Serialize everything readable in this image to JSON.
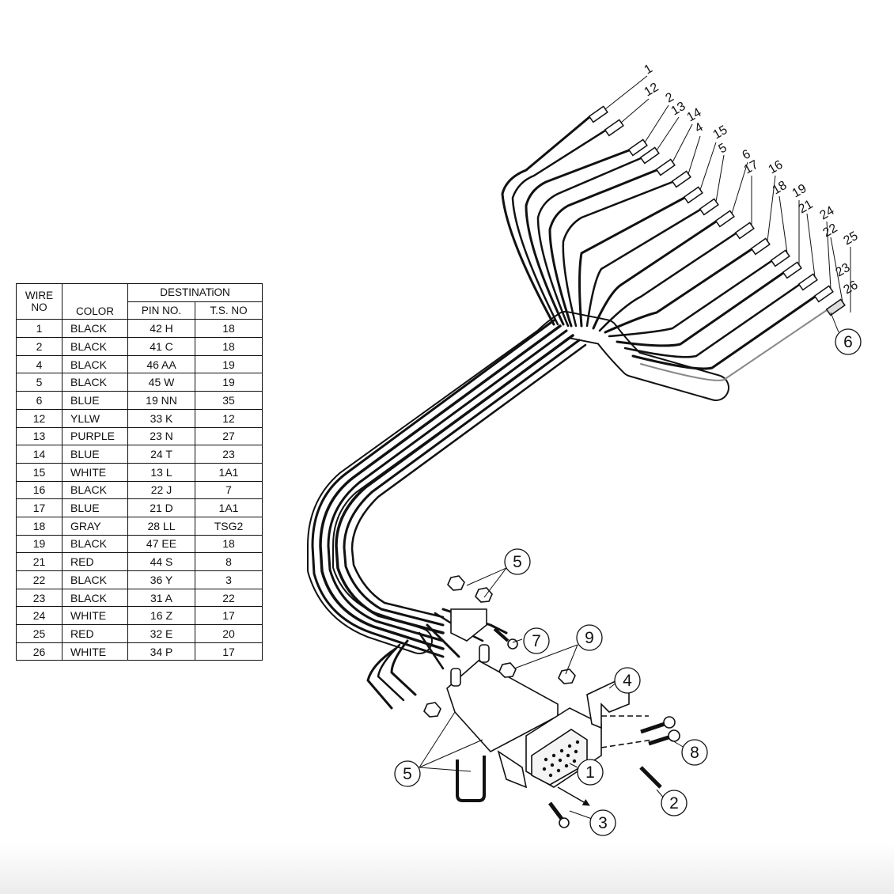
{
  "table": {
    "header": {
      "wire_no": [
        "WIRE",
        "NO"
      ],
      "color": "COLOR",
      "destination": "DESTINATiON",
      "pin_no": "PIN NO.",
      "ts_no": "T.S. NO"
    },
    "rows": [
      {
        "wire": "1",
        "color": "BLACK",
        "pin": "42 H",
        "ts": "18"
      },
      {
        "wire": "2",
        "color": "BLACK",
        "pin": "41 C",
        "ts": "18"
      },
      {
        "wire": "4",
        "color": "BLACK",
        "pin": "46 AA",
        "ts": "19"
      },
      {
        "wire": "5",
        "color": "BLACK",
        "pin": "45 W",
        "ts": "19"
      },
      {
        "wire": "6",
        "color": "BLUE",
        "pin": "19 NN",
        "ts": "35"
      },
      {
        "wire": "12",
        "color": "YLLW",
        "pin": "33 K",
        "ts": "12"
      },
      {
        "wire": "13",
        "color": "PURPLE",
        "pin": "23 N",
        "ts": "27"
      },
      {
        "wire": "14",
        "color": "BLUE",
        "pin": "24 T",
        "ts": "23"
      },
      {
        "wire": "15",
        "color": "WHITE",
        "pin": "13 L",
        "ts": "1A1"
      },
      {
        "wire": "16",
        "color": "BLACK",
        "pin": "22 J",
        "ts": "7"
      },
      {
        "wire": "17",
        "color": "BLUE",
        "pin": "21 D",
        "ts": "1A1"
      },
      {
        "wire": "18",
        "color": "GRAY",
        "pin": "28 LL",
        "ts": "TSG2"
      },
      {
        "wire": "19",
        "color": "BLACK",
        "pin": "47 EE",
        "ts": "18"
      },
      {
        "wire": "21",
        "color": "RED",
        "pin": "44 S",
        "ts": "8"
      },
      {
        "wire": "22",
        "color": "BLACK",
        "pin": "36 Y",
        "ts": "3"
      },
      {
        "wire": "23",
        "color": "BLACK",
        "pin": "31 A",
        "ts": "22"
      },
      {
        "wire": "24",
        "color": "WHITE",
        "pin": "16 Z",
        "ts": "17"
      },
      {
        "wire": "25",
        "color": "RED",
        "pin": "32 E",
        "ts": "20"
      },
      {
        "wire": "26",
        "color": "WHITE",
        "pin": "34 P",
        "ts": "17"
      }
    ]
  },
  "diagram": {
    "wire_end_labels": [
      "1",
      "12",
      "2",
      "13",
      "14",
      "4",
      "15",
      "5",
      "6",
      "17",
      "16",
      "18",
      "19",
      "21",
      "24",
      "22",
      "25",
      "23",
      "26"
    ],
    "callouts": {
      "item_1": "1",
      "item_2": "2",
      "item_3": "3",
      "item_4": "4",
      "item_5_top": "5",
      "item_5_bottom": "5",
      "item_6": "6",
      "item_7": "7",
      "item_8": "8",
      "item_9": "9"
    }
  }
}
